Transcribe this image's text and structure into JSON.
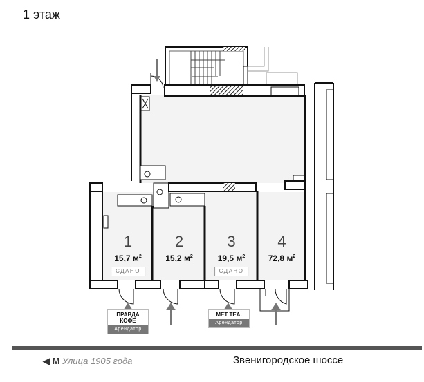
{
  "floor_title": "1 этаж",
  "units": [
    {
      "number": "1",
      "area": "15,7 м",
      "status": "СДАНО"
    },
    {
      "number": "2",
      "area": "15,2 м",
      "status": ""
    },
    {
      "number": "3",
      "area": "19,5 м",
      "status": "СДАНО"
    },
    {
      "number": "4",
      "area": "72,8 м",
      "status": ""
    }
  ],
  "area_unit_sup": "2",
  "tenants": [
    {
      "logo": "ПРАВДА КОФЕ",
      "label": "Арендатор"
    },
    {
      "logo": "MET TEA.",
      "label": "Арендатор"
    }
  ],
  "footer": {
    "metro_arrow": "◀",
    "metro_icon": "M",
    "metro_station": "Улица 1905 года",
    "street": "Звенигородское шоссе"
  },
  "colors": {
    "wall": "#111111",
    "floor": "#f3f3f3",
    "arrow": "#777777",
    "road": "#555555"
  }
}
